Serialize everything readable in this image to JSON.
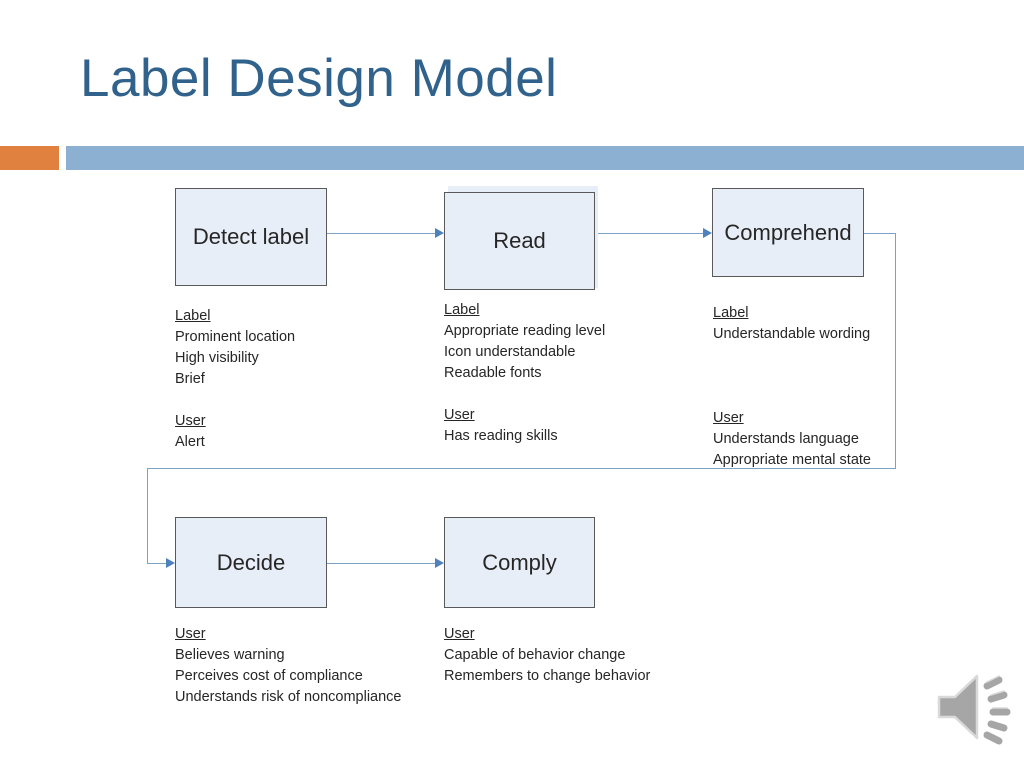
{
  "slide": {
    "title": "Label Design Model",
    "title_color": "#31628c",
    "accent_orange": "#e0813f",
    "accent_blue": "#8cb0d1",
    "node_fill": "#e8eef7",
    "node_border": "#595959",
    "connector_color": "#7da3c4",
    "arrow_color": "#4f81bd"
  },
  "diagram": {
    "nodes": [
      {
        "id": "detect",
        "label": "Detect label"
      },
      {
        "id": "read",
        "label": "Read"
      },
      {
        "id": "comprehend",
        "label": "Comprehend"
      },
      {
        "id": "decide",
        "label": "Decide"
      },
      {
        "id": "comply",
        "label": "Comply"
      }
    ],
    "notes": {
      "detect": {
        "label_head": "Label",
        "label_items": [
          "Prominent location",
          "High visibility",
          "Brief"
        ],
        "user_head": "User",
        "user_items": [
          "Alert"
        ]
      },
      "read": {
        "label_head": "Label",
        "label_items": [
          "Appropriate reading level",
          "Icon understandable",
          "Readable fonts"
        ],
        "user_head": "User",
        "user_items": [
          "Has reading skills"
        ]
      },
      "comprehend": {
        "label_head": "Label",
        "label_items": [
          "Understandable wording"
        ],
        "user_head": "User",
        "user_items": [
          "Understands language",
          "Appropriate mental state"
        ]
      },
      "decide": {
        "user_head": "User",
        "user_items": [
          "Believes warning",
          "Perceives cost of compliance",
          "Understands risk of noncompliance"
        ]
      },
      "comply": {
        "user_head": "User",
        "user_items": [
          "Capable of behavior change",
          "Remembers to change behavior"
        ]
      }
    }
  },
  "media": {
    "audio_icon": "speaker-icon"
  }
}
